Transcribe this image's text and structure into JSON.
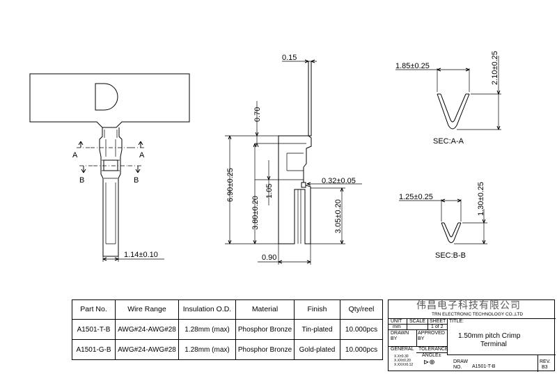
{
  "dimensions": {
    "thickness": "0.15",
    "width_bottom": "1.14±0.10",
    "height_tab": "0.70",
    "total_length": "6.90±0.25",
    "barrel_length": "3.80±0.20",
    "crimp_1": "1.05",
    "gap": "0.32±0.05",
    "contact_length": "3.05±0.20",
    "base_width": "0.90",
    "secA_width": "1.85±0.25",
    "secA_height": "2.10±0.25",
    "secB_width": "1.25±0.25",
    "secB_height": "1.30±0.25"
  },
  "section_marks": {
    "a": "A",
    "b": "B"
  },
  "section_labels": {
    "a": "SEC:A-A",
    "b": "SEC:B-B"
  },
  "table": {
    "headers": [
      "Part No.",
      "Wire Range",
      "Insulation O.D.",
      "Material",
      "Finish",
      "Qty/reel"
    ],
    "rows": [
      [
        "A1501-T-B",
        "AWG#24-AWG#28",
        "1.28mm (max)",
        "Phosphor Bronze",
        "Tin-plated",
        "10.000pcs"
      ],
      [
        "A1501-G-B",
        "AWG#24-AWG#28",
        "1.28mm (max)",
        "Phosphor Bronze",
        "Gold-plated",
        "10.000pcs"
      ]
    ]
  },
  "title_block": {
    "company_cn": "伟昌电子科技有限公司",
    "company_en": "TRN ELECTRONIC TECHNOLOGY CO.,LTD",
    "unit_label": "UNIT",
    "unit_value": "mm",
    "scale_label": "SCALE",
    "sheet_label": "SHEET",
    "sheet_value": "1 of 2",
    "title_label": "TITLE:",
    "drawn_by": "DRAWN BY",
    "approved_by": "APPROVED BY",
    "title_line1": "1.50mm pitch Crimp",
    "title_line2": "Terminal",
    "general": "GENERAL",
    "tolerance": "TOLERANCE",
    "tol1": "X.X±0.30",
    "tol2": "X.XX±0.20",
    "tol3": "X.XXX±0.12",
    "angle": "ANGLE±",
    "draw_label": "DRAW",
    "no_label": "NO.",
    "draw_no": "A1501-T-B",
    "rev_label": "REV.",
    "rev_value": "B3"
  }
}
